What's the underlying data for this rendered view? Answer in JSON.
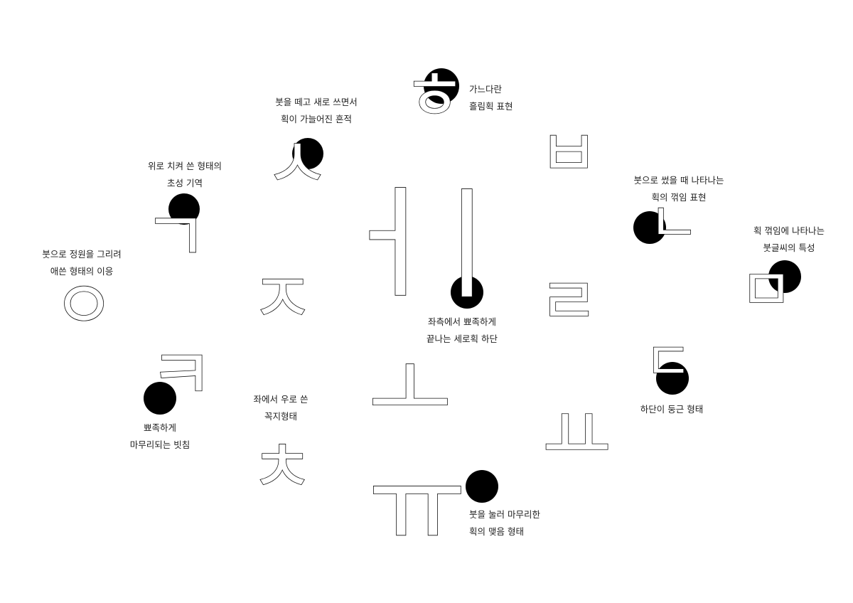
{
  "colors": {
    "background": "#ffffff",
    "ink": "#000000",
    "outline": "#111111",
    "text": "#222222"
  },
  "glyphs": [
    {
      "id": "hieut",
      "char": "ㅎ"
    },
    {
      "id": "siot",
      "char": "ㅅ"
    },
    {
      "id": "bieup",
      "char": "ㅂ"
    },
    {
      "id": "giyeok",
      "char": "ㄱ"
    },
    {
      "id": "ieung",
      "char": "ㅇ"
    },
    {
      "id": "jieut",
      "char": "ㅈ"
    },
    {
      "id": "kieuk",
      "char": "ㅋ"
    },
    {
      "id": "chieut",
      "char": "ㅊ"
    },
    {
      "id": "eo",
      "char": "ㅓ"
    },
    {
      "id": "i",
      "char": "ㅣ"
    },
    {
      "id": "nieun",
      "char": "ㄴ"
    },
    {
      "id": "rieul",
      "char": "ㄹ"
    },
    {
      "id": "mieum",
      "char": "ㅁ"
    },
    {
      "id": "digeut",
      "char": "ㄷ"
    },
    {
      "id": "o",
      "char": "ㅗ"
    },
    {
      "id": "yo",
      "char": "ㅛ"
    },
    {
      "id": "yu",
      "char": "ㅠ"
    }
  ],
  "annotations": {
    "hieut": [
      "가느다란",
      "흘림획 표현"
    ],
    "siot": [
      "붓을 떼고 새로 쓰면서",
      "획이 가늘어진 흔적"
    ],
    "giyeok": [
      "위로 치켜 쓴 형태의",
      "초성 기역"
    ],
    "ieung": [
      "붓으로 정원을 그리려",
      "애쓴 형태의 이응"
    ],
    "kieuk": [
      "뾰족하게",
      "마무리되는 빗침"
    ],
    "chieut": [
      "좌에서 우로 쓴",
      "꼭지형태"
    ],
    "i": [
      "좌측에서 뾰족하게",
      "끝나는 세로획 하단"
    ],
    "nieun": [
      "붓으로 썼을 때 나타나는",
      "획의 꺾임 표현"
    ],
    "mieum": [
      "획 꺾임에 나타나는",
      "붓글씨의 특성"
    ],
    "digeut": [
      "하단이 둥근 형태"
    ],
    "yu": [
      "붓을 눌러 마무리한",
      "획의 맺음 형태"
    ]
  }
}
